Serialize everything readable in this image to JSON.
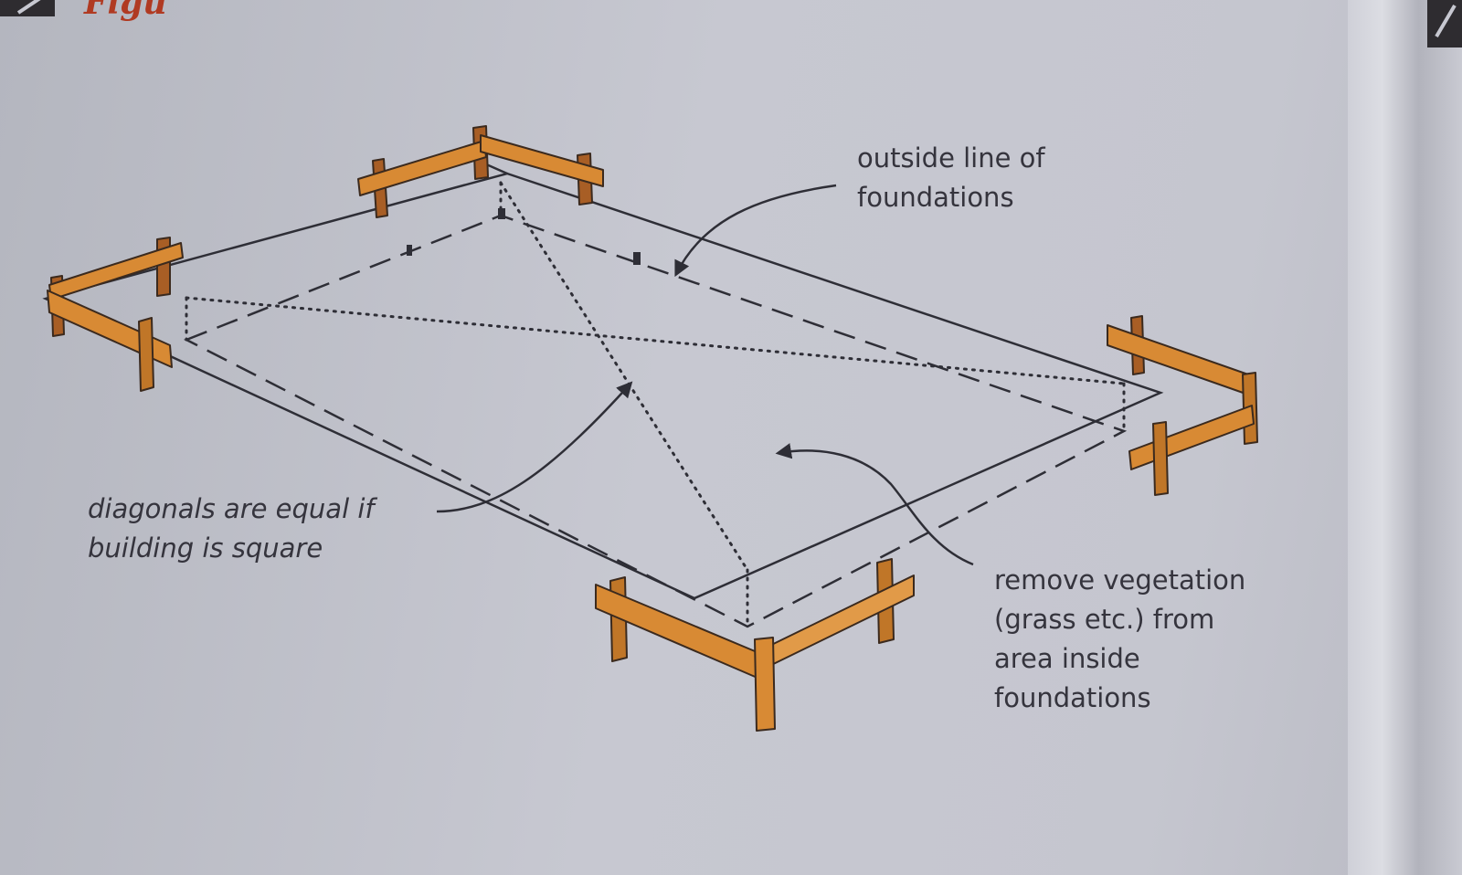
{
  "figure": {
    "title": "Figu"
  },
  "labels": {
    "outside_line": [
      "outside line of",
      "foundations"
    ],
    "diagonals": [
      "diagonals are equal if",
      "building is square"
    ],
    "remove_vegetation": [
      "remove vegetation",
      "(grass etc.) from",
      "area inside",
      "foundations"
    ]
  },
  "icons": [
    "corner-badge-icon",
    "page-corner-icon"
  ],
  "colors": {
    "timber": "#d88a34",
    "timber_outline": "#3b2a1e",
    "string_line": "#2e2e36",
    "title_red": "#b03a22"
  }
}
